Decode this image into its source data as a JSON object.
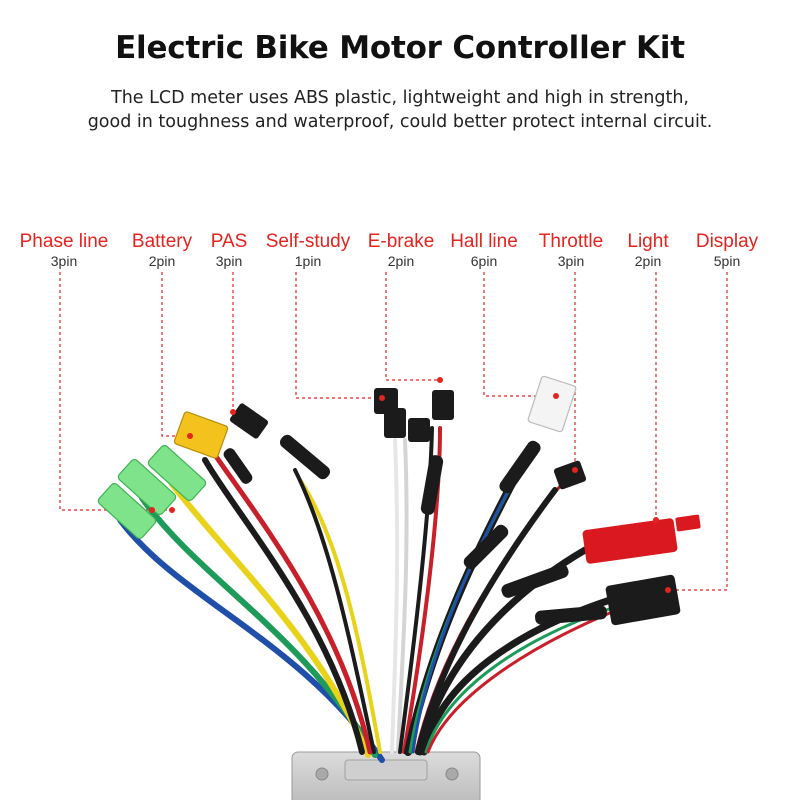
{
  "header": {
    "title": "Electric Bike Motor Controller Kit",
    "subtitle_line1": "The LCD meter uses ABS plastic, lightweight and high in strength,",
    "subtitle_line2": "good in toughness and waterproof, could better protect internal circuit."
  },
  "labels": [
    {
      "id": "phase-line",
      "name": "Phase line",
      "pin": "3pin"
    },
    {
      "id": "battery",
      "name": "Battery",
      "pin": "2pin"
    },
    {
      "id": "pas",
      "name": "PAS",
      "pin": "3pin"
    },
    {
      "id": "self-study",
      "name": "Self-study",
      "pin": "1pin"
    },
    {
      "id": "e-brake",
      "name": "E-brake",
      "pin": "2pin"
    },
    {
      "id": "hall-line",
      "name": "Hall line",
      "pin": "6pin"
    },
    {
      "id": "throttle",
      "name": "Throttle",
      "pin": "3pin"
    },
    {
      "id": "light",
      "name": "Light",
      "pin": "2pin"
    },
    {
      "id": "display",
      "name": "Display",
      "pin": "5pin"
    }
  ],
  "colors": {
    "label_red": "#e5231f",
    "leader_line": "#e5231f",
    "wire_blue": "#1f4fa8",
    "wire_green": "#1e9a5a",
    "wire_yellow": "#e8d21a",
    "wire_red": "#c8202a",
    "wire_black": "#1b1b1b",
    "wire_white": "#e6e6e6",
    "connector_green": "#7ee38a",
    "connector_yellow": "#f3c21c",
    "connector_red": "#d9191f",
    "connector_white": "#f4f4f4"
  }
}
